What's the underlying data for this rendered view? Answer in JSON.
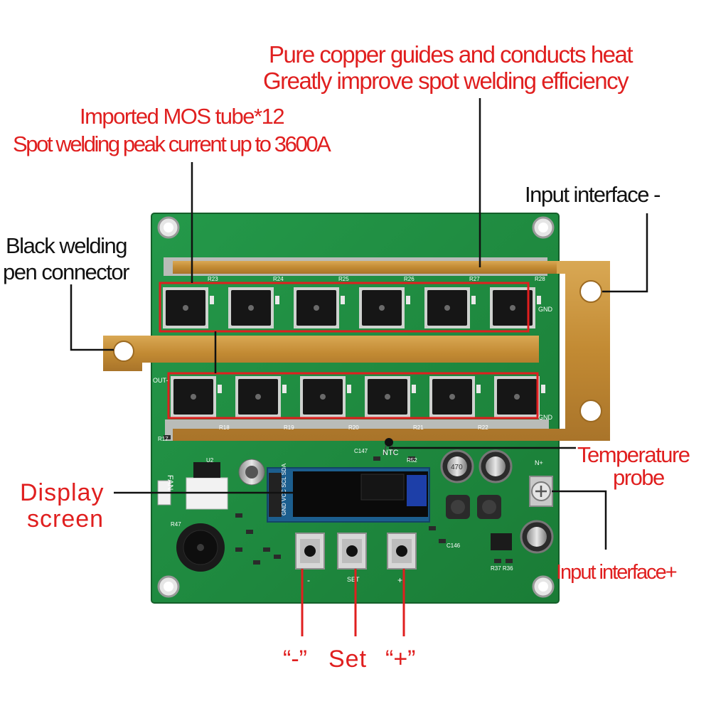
{
  "colors": {
    "label_red": "#e01f1f",
    "label_black": "#111111",
    "pcb_green": "#1f8a3c",
    "copper": "#c8943a",
    "leader_line": "#111111"
  },
  "annotations": {
    "copper_line1": "Pure copper guides and conducts heat",
    "copper_line2": "Greatly improve spot welding efficiency",
    "mos_line1": "Imported MOS tube*12",
    "mos_line2": "Spot welding peak current up to 3600A",
    "input_minus": "Input interface -",
    "pen_line1": "Black welding",
    "pen_line2": "pen connector",
    "temp_line1": "Temperature",
    "temp_line2": "probe",
    "display_line1": "Display",
    "display_line2": "screen",
    "input_plus": "Input interface+",
    "btn_minus": "“-”",
    "btn_set": "Set",
    "btn_plus": "“+”"
  },
  "silkscreen": {
    "mos_refs_top": [
      "R23",
      "R24",
      "R25",
      "R26",
      "R27",
      "R28"
    ],
    "mos_refs_bottom": [
      "R18",
      "R19",
      "R20",
      "R21",
      "R22"
    ],
    "gnd": "GND",
    "out": "OUT-",
    "fan": "FAN",
    "ntc": "NTC",
    "display_pins": "GND VCC SCL SDA",
    "set": "SET",
    "minus": "-",
    "plus": "+",
    "n_plus": "N+",
    "c147": "C147",
    "r52": "R52",
    "c146": "C146",
    "r37_r36": "R37 R36",
    "u2": "U2",
    "r47": "R47",
    "r17": "R17",
    "cap_mark": "470"
  }
}
